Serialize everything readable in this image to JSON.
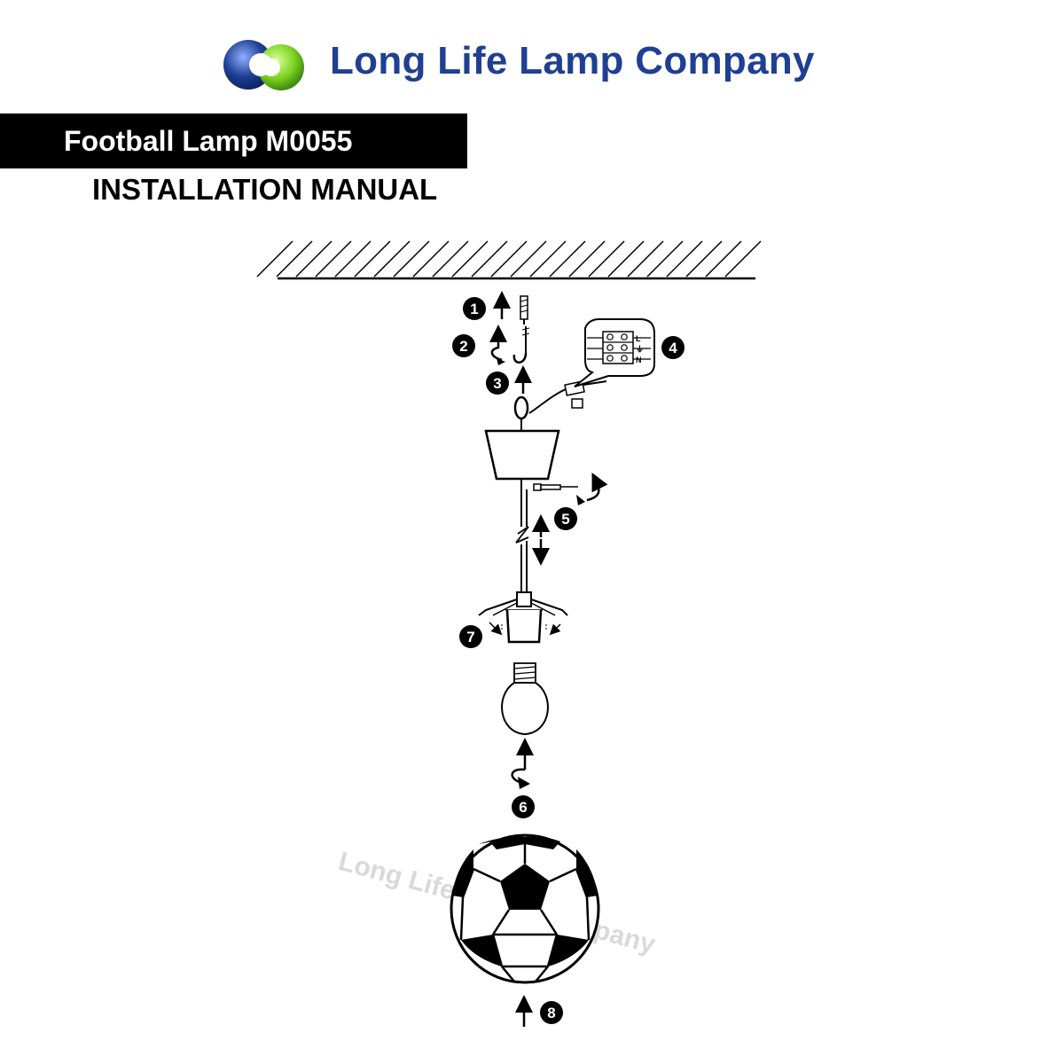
{
  "header": {
    "company_name": "Long Life Lamp Company",
    "logo_colors": {
      "blue": "#1f3f93",
      "green": "#7ed321"
    }
  },
  "title": {
    "product": "Football Lamp M0055",
    "manual": "INSTALLATION MANUAL"
  },
  "steps": [
    {
      "label": "1"
    },
    {
      "label": "2"
    },
    {
      "label": "3"
    },
    {
      "label": "4"
    },
    {
      "label": "5"
    },
    {
      "label": "6"
    },
    {
      "label": "7"
    },
    {
      "label": "8"
    }
  ],
  "connector": {
    "live": "L",
    "earth": "⏚",
    "neutral": "N"
  },
  "watermark": "Long Life Lamp Company",
  "icons": [
    "wall-plug-icon",
    "ceiling-hook-icon",
    "terminal-block-icon",
    "light-bulb-icon",
    "football-shade-icon"
  ]
}
